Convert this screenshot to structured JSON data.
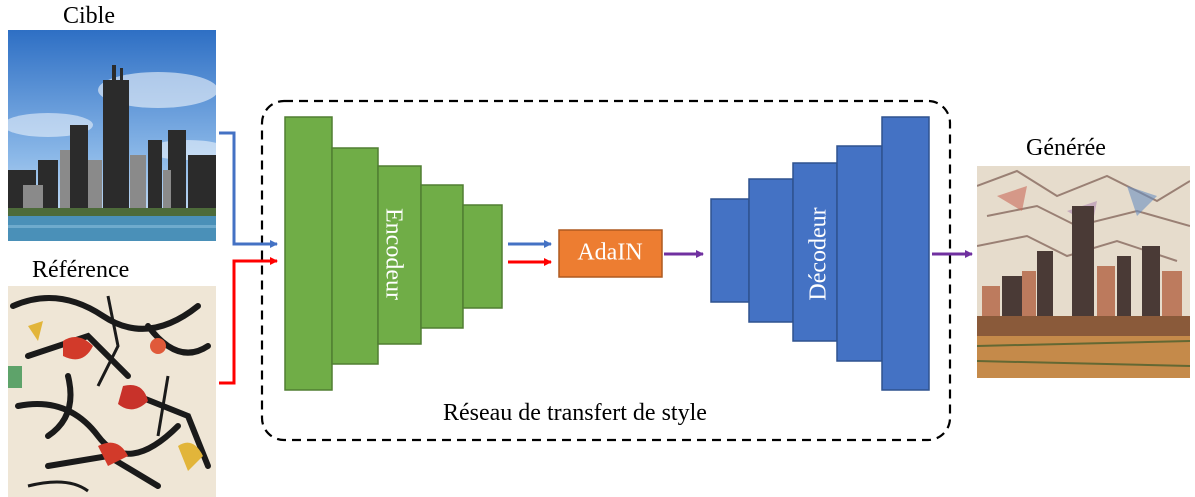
{
  "labels": {
    "target": "Cible",
    "reference": "Référence",
    "generated": "Générée",
    "network": "Réseau de transfert de style",
    "encoder": "Encodeur",
    "adain": "AdaIN",
    "decoder": "Décodeur"
  },
  "colors": {
    "encoder_fill": "#70AD47",
    "encoder_stroke": "#507E32",
    "decoder_fill": "#4472C4",
    "decoder_stroke": "#2F528F",
    "adain_fill": "#ED7D31",
    "adain_stroke": "#AE5A21",
    "content_arrow": "#4472C4",
    "style_arrow": "#FF0000",
    "output_arrow": "#7030A0"
  },
  "images": {
    "target": "city-skyline-photo",
    "reference": "abstract-painting",
    "generated": "stylized-skyline"
  }
}
